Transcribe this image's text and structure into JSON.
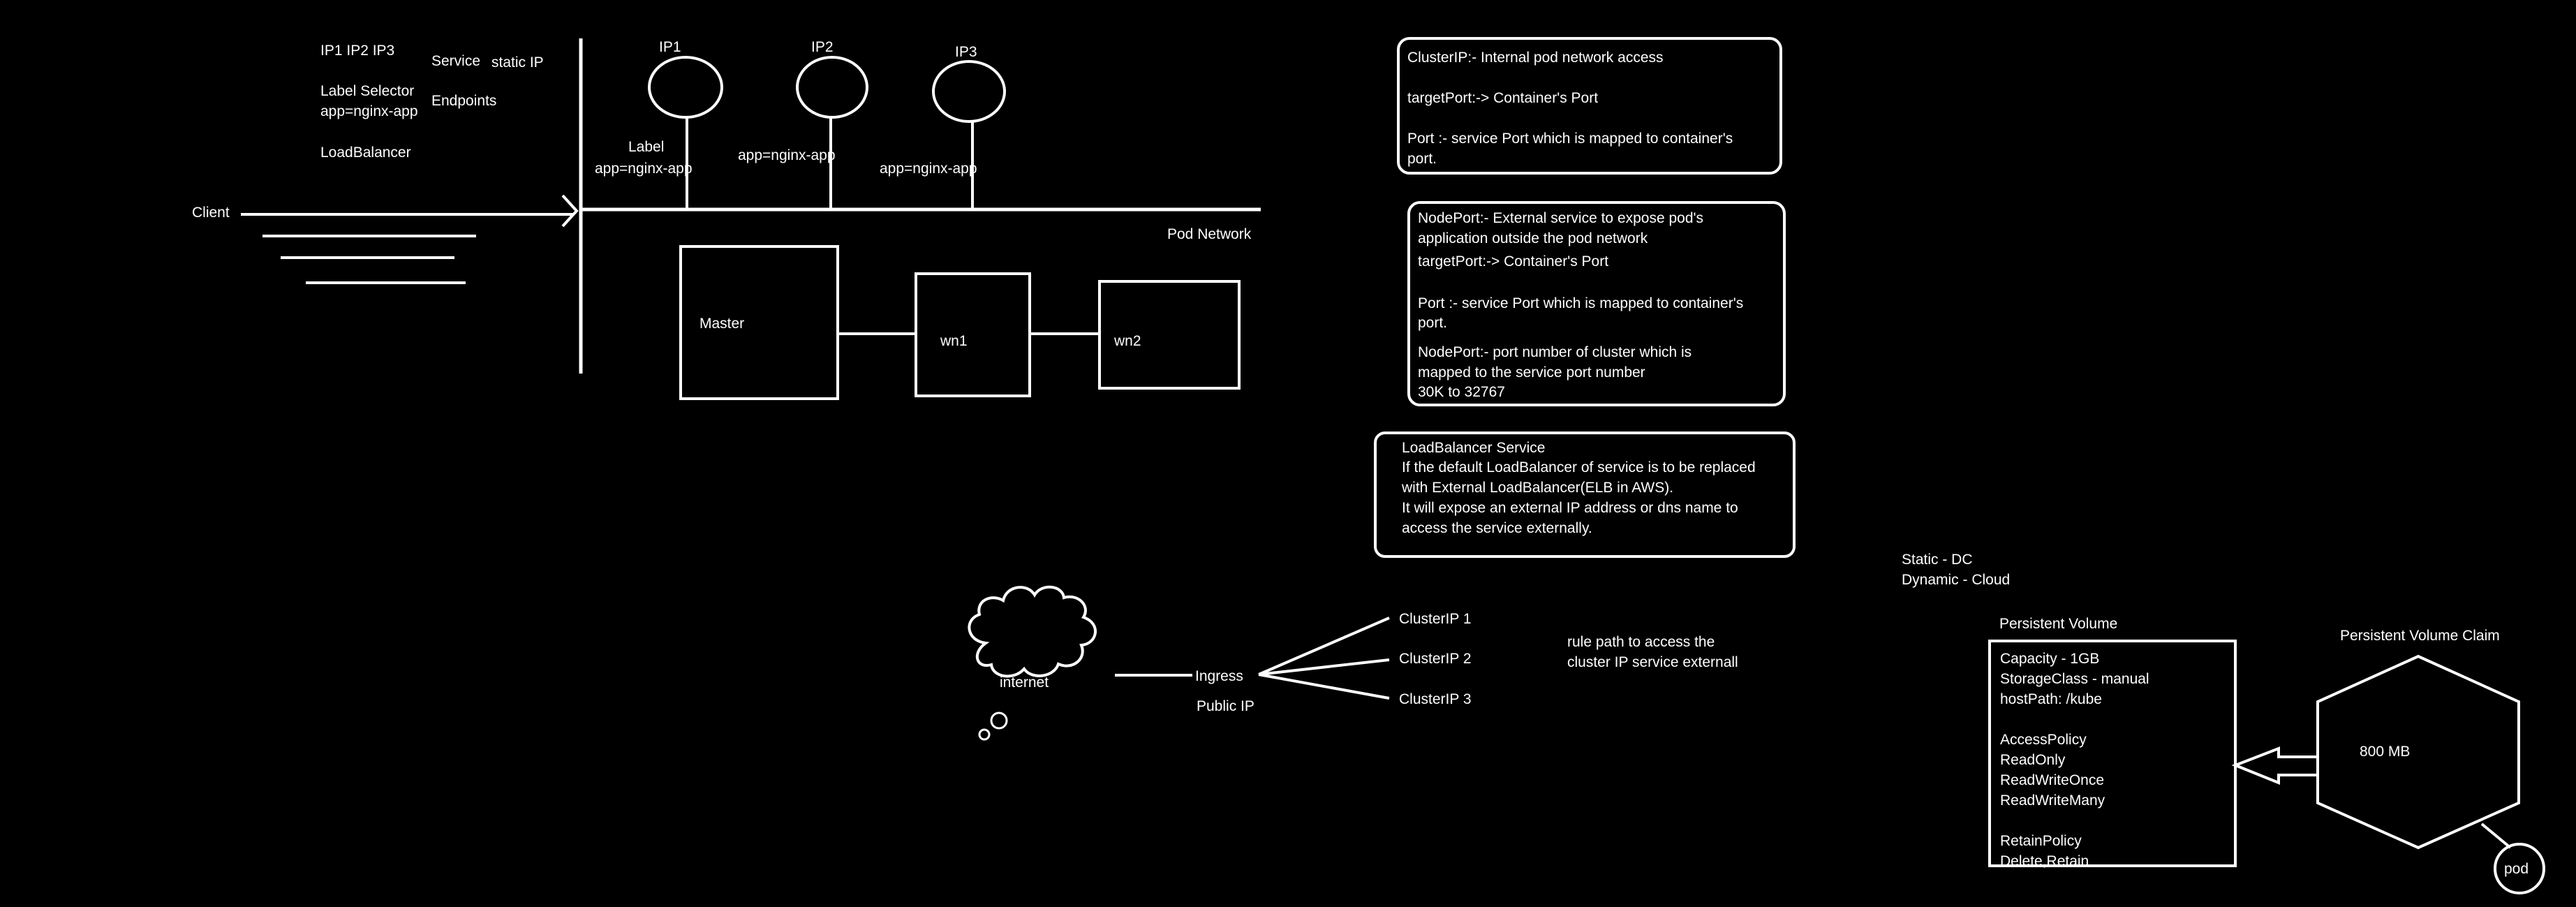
{
  "top_left": {
    "ip_list": "IP1 IP2 IP3",
    "service": "Service",
    "static_ip": "static IP",
    "label_selector": "Label Selector",
    "selector_value": "app=nginx-app",
    "endpoints": "Endpoints",
    "loadbalancer": "LoadBalancer",
    "client": "Client"
  },
  "pods": [
    {
      "ip": "IP1",
      "label_title": "Label",
      "label": "app=nginx-app"
    },
    {
      "ip": "IP2",
      "label": "app=nginx-app"
    },
    {
      "ip": "IP3",
      "label": "app=nginx-app"
    }
  ],
  "pod_network": "Pod Network",
  "nodes": {
    "master": "Master",
    "wn1": "wn1",
    "wn2": "wn2"
  },
  "clusterip_box": {
    "line1": "ClusterIP:- Internal pod network access",
    "line2": "targetPort:-> Container's Port",
    "line3": "Port :- service Port which is mapped to container's",
    "line4": "port."
  },
  "nodeport_box": {
    "line1": "NodePort:- External service to expose  pod's",
    "line2": "application outside the pod network",
    "line3": "targetPort:-> Container's Port",
    "line4": "Port :- service Port which is mapped to container's",
    "line5": "port.",
    "line6": "NodePort:- port number of cluster which is",
    "line7": "mapped to the service port number",
    "line8": "30K to 32767"
  },
  "loadbalancer_box": {
    "line1": "LoadBalancer Service",
    "line2": "If the default LoadBalancer of service is to be replaced",
    "line3": "with External LoadBalancer(ELB in AWS).",
    "line4": "It will expose an external IP address or dns name to",
    "line5": "access the service externally."
  },
  "ingress": {
    "internet": "internet",
    "ingress": "Ingress",
    "public_ip": "Public IP",
    "targets": [
      "ClusterIP 1",
      "ClusterIP 2",
      "ClusterIP 3"
    ],
    "rule1": "rule path to access the",
    "rule2": "cluster IP service externall"
  },
  "storage": {
    "static": "Static - DC",
    "dynamic": "Dynamic - Cloud",
    "pv_title": "Persistent Volume",
    "pvc_title": "Persistent Volume Claim",
    "pv_lines": [
      "Capacity - 1GB",
      "StorageClass - manual",
      "hostPath: /kube",
      "AccessPolicy",
      "ReadOnly",
      "ReadWriteOnce",
      "ReadWriteMany",
      "RetainPolicy",
      "Delete,Retain"
    ],
    "pvc_size": "800 MB",
    "pod": "pod"
  }
}
